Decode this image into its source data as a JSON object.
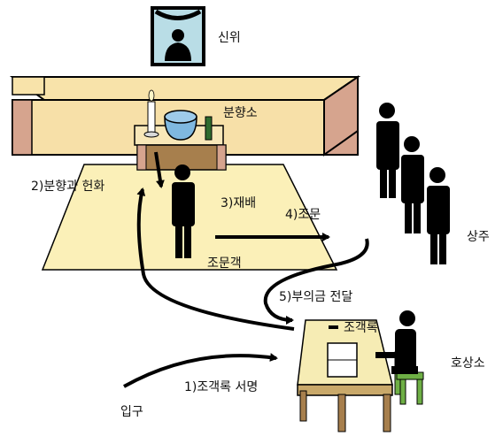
{
  "labels": {
    "sinwi": "신위",
    "bunhyangso": "분향소",
    "step2": "2)분향과 헌화",
    "step3": "3)재배",
    "step4": "4)조문",
    "sangju": "상주",
    "jomungaek": "조문객",
    "step5": "5)부의금 전달",
    "jogaengnok": "조객록",
    "hosangso": "호상소",
    "step1": "1)조객록 서명",
    "entrance": "입구"
  },
  "colors": {
    "floor": "#FBF0B8",
    "platform_top": "#F8E3AA",
    "platform_side": "#D6A48E",
    "table_wood": "#A77F4D",
    "desk_top": "#F6ECB4",
    "chair_green": "#6EAF45",
    "urn": "#7FB8E0",
    "portrait_bg": "#B9DDE6",
    "silhouette": "#000000"
  }
}
